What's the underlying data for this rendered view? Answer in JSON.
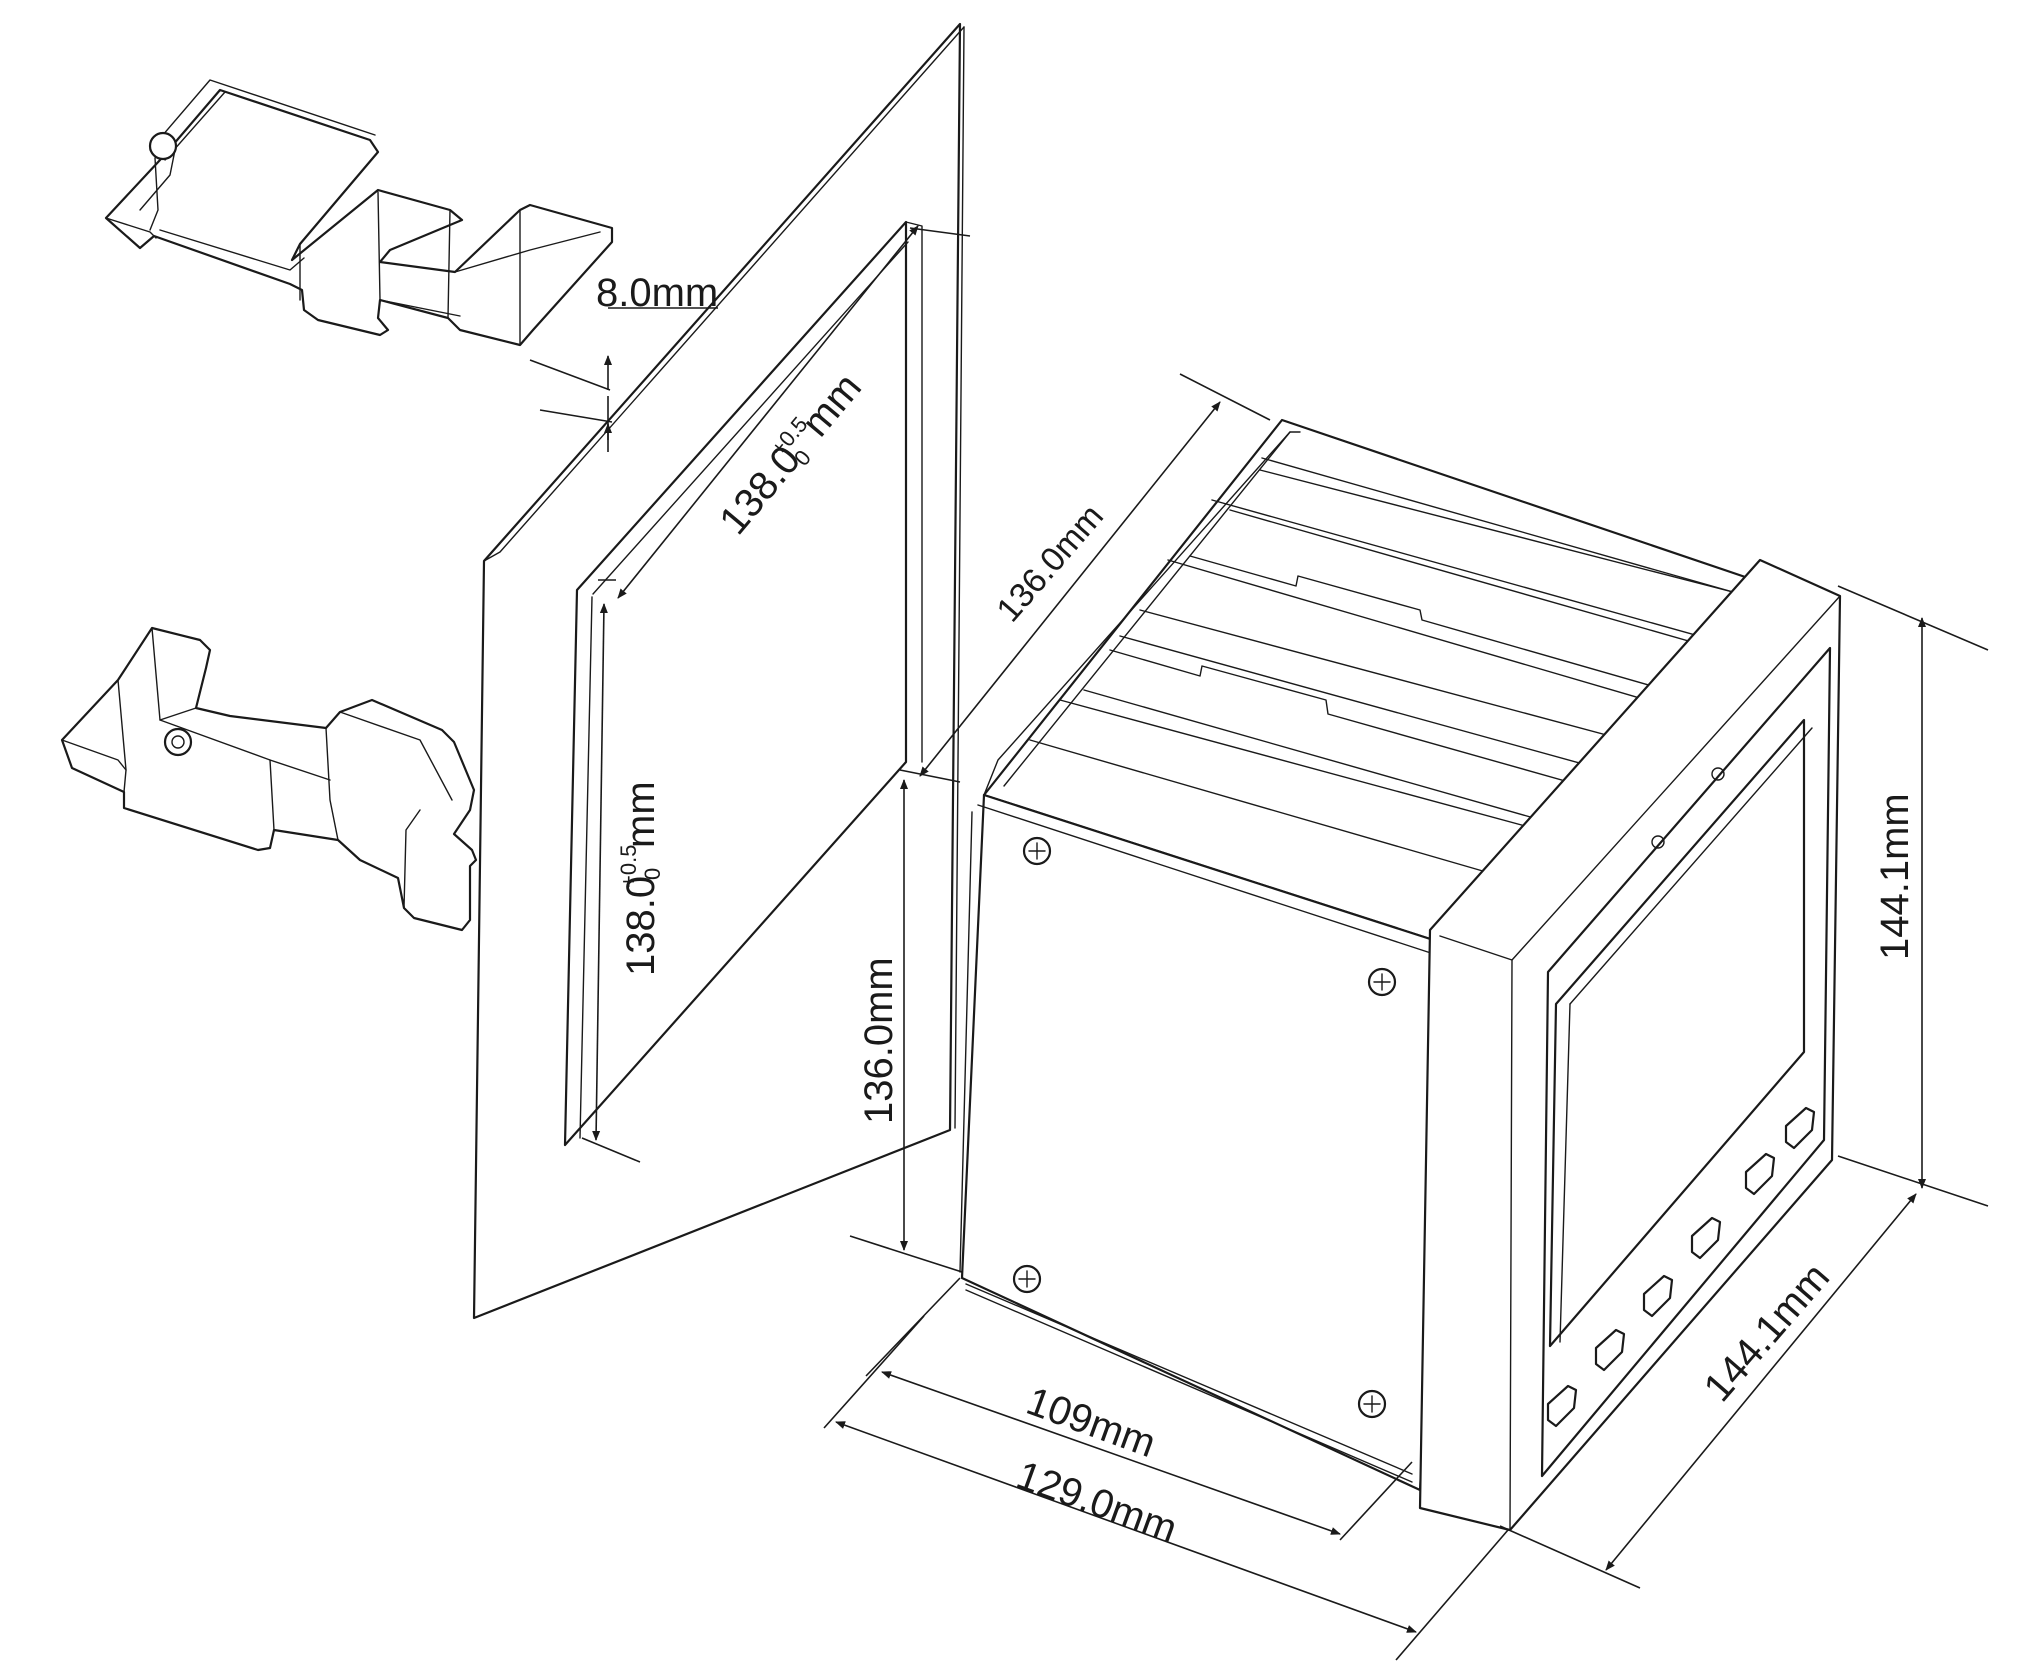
{
  "dimensions": {
    "clip_gap": "8.0mm",
    "cutout_width": {
      "value": "138.0",
      "tolerance_upper": "+0.5",
      "tolerance_lower": "0",
      "unit": "mm"
    },
    "cutout_height": {
      "value": "138.0",
      "tolerance_upper": "+0.5",
      "tolerance_lower": "0",
      "unit": "mm"
    },
    "body_depth_top": "136.0mm",
    "body_height_rear": "136.0mm",
    "front_height": "144.1mm",
    "front_width": "144.1mm",
    "rear_panel_depth": "109mm",
    "total_depth": "129.0mm"
  },
  "icons": {
    "mounting_clip_upper": "mounting-clip",
    "mounting_clip_lower": "mounting-clip",
    "panel": "mounting-panel",
    "meter": "panel-meter",
    "screw": "screw-icon",
    "button": "key-button"
  },
  "colors": {
    "line": "#1a1a1a",
    "background": "#ffffff"
  }
}
